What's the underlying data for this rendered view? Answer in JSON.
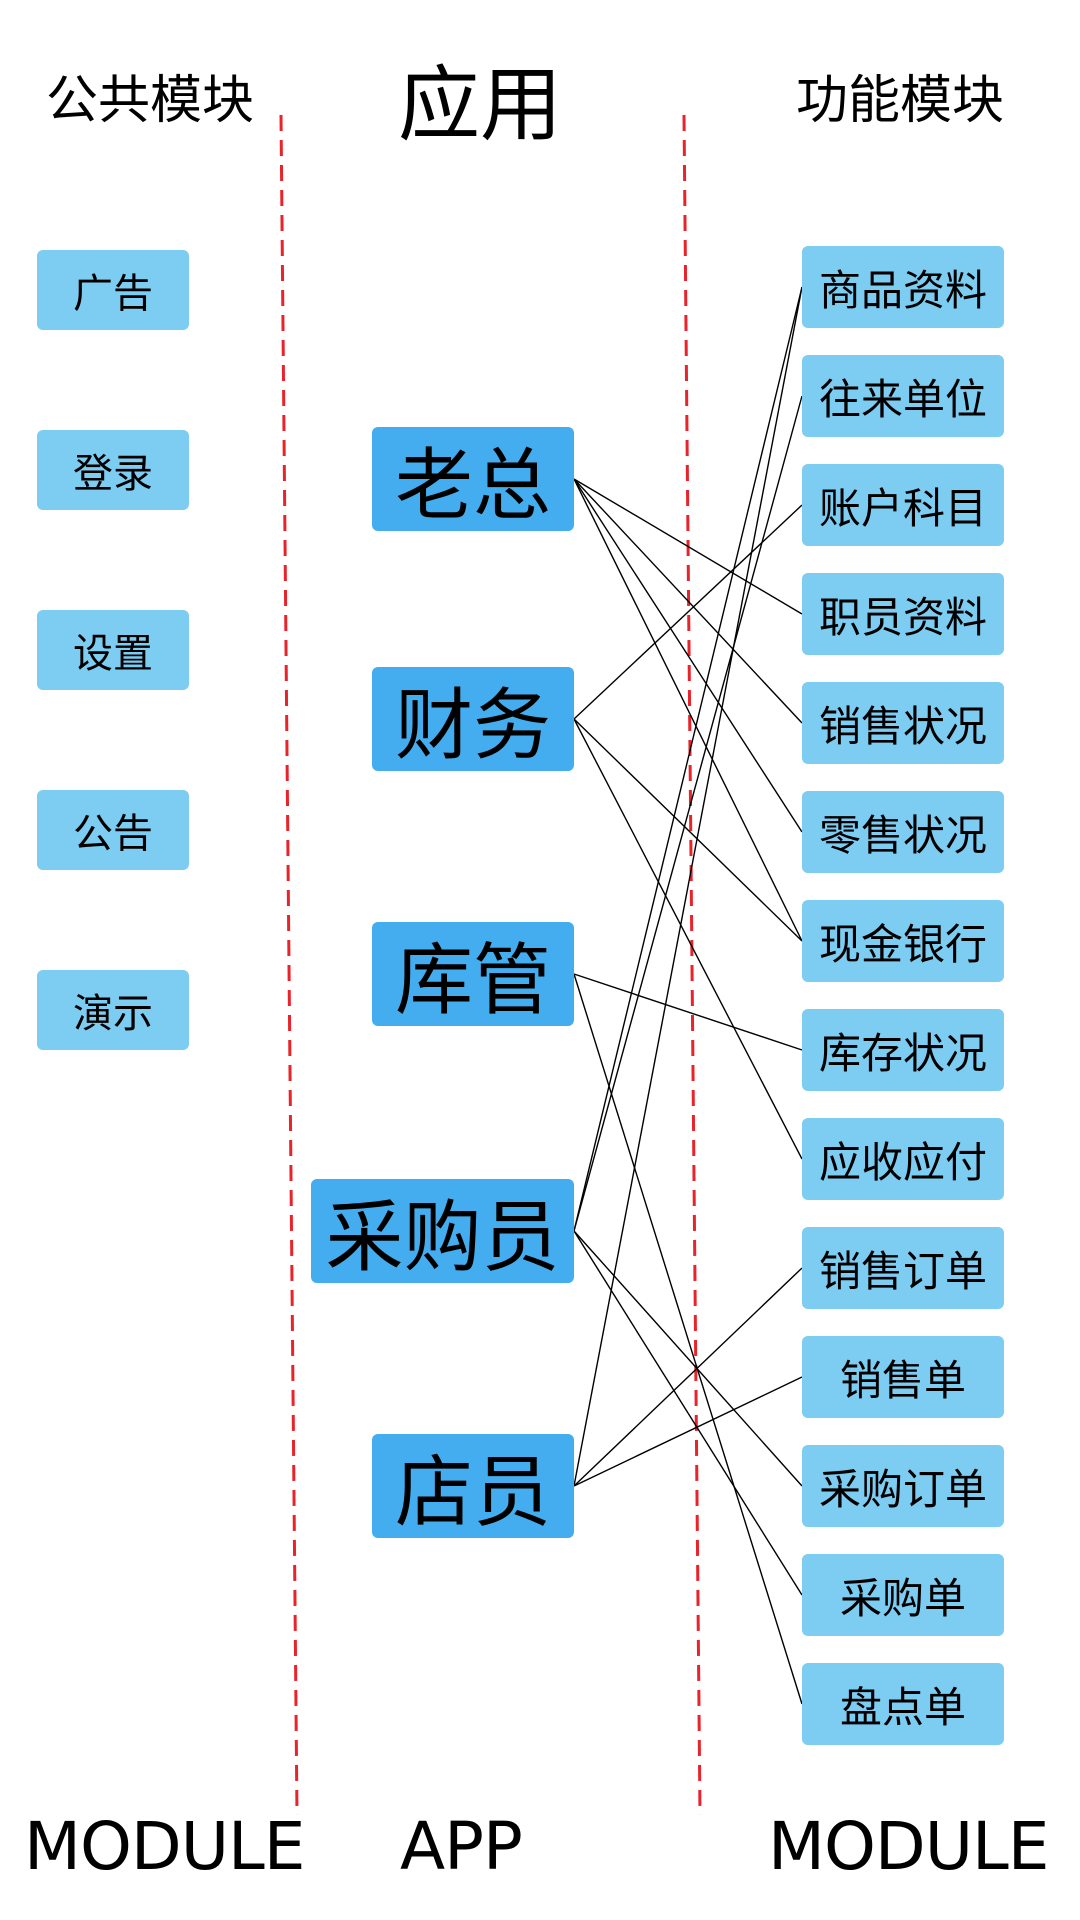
{
  "headers": {
    "left": "公共模块",
    "middle": "应用",
    "right": "功能模块"
  },
  "footers": {
    "left": "MODULE",
    "middle": "APP",
    "right": "MODULE"
  },
  "public_modules": [
    "广告",
    "登录",
    "设置",
    "公告",
    "演示"
  ],
  "apps": [
    "老总",
    "财务",
    "库管",
    "采购员",
    "店员"
  ],
  "function_modules": [
    "商品资料",
    "往来单位",
    "账户科目",
    "职员资料",
    "销售状况",
    "零售状况",
    "现金银行",
    "库存状况",
    "应收应付",
    "销售订单",
    "销售单",
    "采购订单",
    "采购单",
    "盘点单"
  ],
  "colors": {
    "public_box": "#7dccf2",
    "app_box": "#44adf0",
    "function_box": "#7dccf2",
    "divider": "#e8232a",
    "connector": "#000000"
  },
  "connections": [
    {
      "app": "老总",
      "module": "职员资料"
    },
    {
      "app": "老总",
      "module": "销售状况"
    },
    {
      "app": "老总",
      "module": "零售状况"
    },
    {
      "app": "老总",
      "module": "现金银行"
    },
    {
      "app": "财务",
      "module": "账户科目"
    },
    {
      "app": "财务",
      "module": "现金银行"
    },
    {
      "app": "财务",
      "module": "应收应付"
    },
    {
      "app": "库管",
      "module": "库存状况"
    },
    {
      "app": "库管",
      "module": "盘点单"
    },
    {
      "app": "采购员",
      "module": "商品资料"
    },
    {
      "app": "采购员",
      "module": "往来单位"
    },
    {
      "app": "采购员",
      "module": "采购订单"
    },
    {
      "app": "采购员",
      "module": "采购单"
    },
    {
      "app": "店员",
      "module": "商品资料"
    },
    {
      "app": "店员",
      "module": "销售订单"
    },
    {
      "app": "店员",
      "module": "销售单"
    }
  ]
}
